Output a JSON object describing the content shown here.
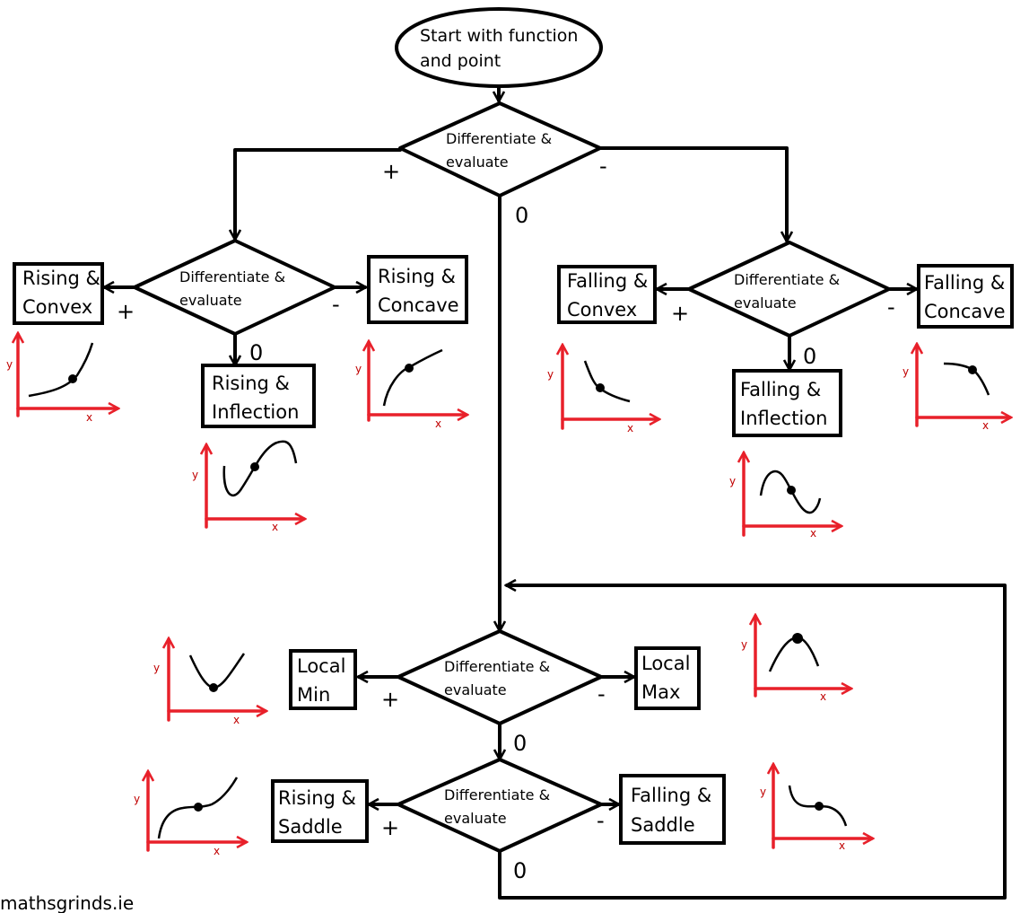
{
  "start": {
    "line1": "Start with function",
    "line2": "and point"
  },
  "diamond_label": {
    "line1": "Differentiate &",
    "line2": "evaluate"
  },
  "signs": {
    "plus": "+",
    "minus": "-",
    "zero": "0"
  },
  "outcomes": {
    "rising_convex": {
      "line1": "Rising &",
      "line2": "Convex"
    },
    "rising_concave": {
      "line1": "Rising  &",
      "line2": "Concave"
    },
    "rising_inflection": {
      "line1": "Rising &",
      "line2": "Inflection"
    },
    "falling_convex": {
      "line1": "Falling &",
      "line2": "Convex"
    },
    "falling_concave": {
      "line1": "Falling &",
      "line2": "Concave"
    },
    "falling_inflection": {
      "line1": "Falling &",
      "line2": "Inflection"
    },
    "local_min": {
      "line1": "Local",
      "line2": "Min"
    },
    "local_max": {
      "line1": "Local",
      "line2": "Max"
    },
    "rising_saddle": {
      "line1": "Rising &",
      "line2": "Saddle"
    },
    "falling_saddle": {
      "line1": "Falling &",
      "line2": "Saddle"
    }
  },
  "axis_labels": {
    "x": "x",
    "y": "y"
  },
  "colors": {
    "axes": "#e8202a",
    "lines": "#000000"
  },
  "watermark": "mathsgrinds.ie"
}
